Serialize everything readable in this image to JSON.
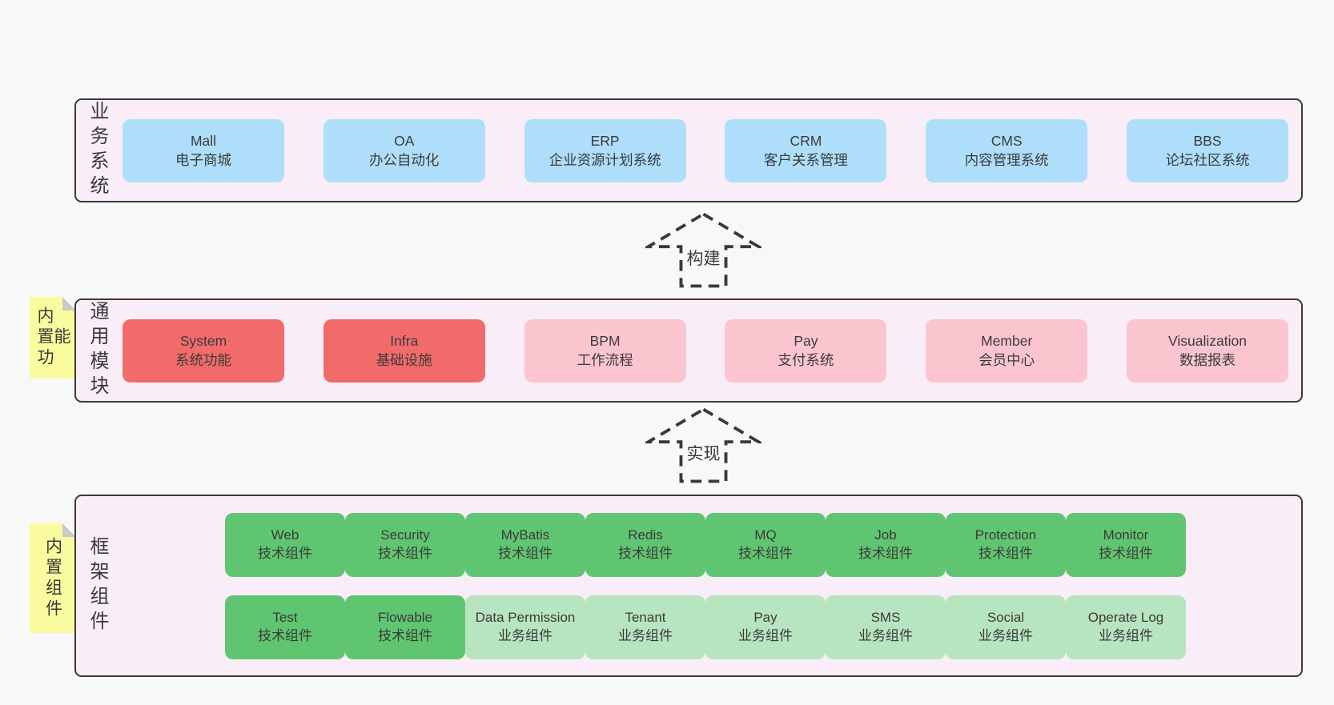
{
  "diagram": {
    "background": "#f8f8f8",
    "panel_bg": "#f9edf7",
    "panel_border": "#3a3a3a",
    "colors": {
      "blue": "#aedefa",
      "red": "#f26b6b",
      "pink": "#fbc5cf",
      "green": "#60c571",
      "lightgreen": "#b7e5c0",
      "sticky_yellow": "#fafb9e",
      "sticky_fold": "#c9c9c9",
      "text": "#3b3b3b"
    }
  },
  "arrows": [
    {
      "label": "构建"
    },
    {
      "label": "实现"
    }
  ],
  "sections": [
    {
      "id": "business-systems",
      "label": "业务系统",
      "sticky": "",
      "rows": [
        {
          "boxes": [
            {
              "title": "Mall",
              "subtitle": "电子商城",
              "style": "blue"
            },
            {
              "title": "OA",
              "subtitle": "办公自动化",
              "style": "blue"
            },
            {
              "title": "ERP",
              "subtitle": "企业资源计划系统",
              "style": "blue"
            },
            {
              "title": "CRM",
              "subtitle": "客户关系管理",
              "style": "blue"
            },
            {
              "title": "CMS",
              "subtitle": "内容管理系统",
              "style": "blue"
            },
            {
              "title": "BBS",
              "subtitle": "论坛社区系统",
              "style": "blue"
            }
          ]
        }
      ]
    },
    {
      "id": "common-modules",
      "label": "通用模块",
      "sticky": "内置功能",
      "rows": [
        {
          "boxes": [
            {
              "title": "System",
              "subtitle": "系统功能",
              "style": "red"
            },
            {
              "title": "Infra",
              "subtitle": "基础设施",
              "style": "red"
            },
            {
              "title": "BPM",
              "subtitle": "工作流程",
              "style": "pink"
            },
            {
              "title": "Pay",
              "subtitle": "支付系统",
              "style": "pink"
            },
            {
              "title": "Member",
              "subtitle": "会员中心",
              "style": "pink"
            },
            {
              "title": "Visualization",
              "subtitle": "数据报表",
              "style": "pink"
            }
          ]
        }
      ]
    },
    {
      "id": "framework-components",
      "label": "框架组件",
      "sticky": "内置组件",
      "rows": [
        {
          "boxes": [
            {
              "title": "Web",
              "subtitle": "技术组件",
              "style": "green"
            },
            {
              "title": "Security",
              "subtitle": "技术组件",
              "style": "green"
            },
            {
              "title": "MyBatis",
              "subtitle": "技术组件",
              "style": "green"
            },
            {
              "title": "Redis",
              "subtitle": "技术组件",
              "style": "green"
            },
            {
              "title": "MQ",
              "subtitle": "技术组件",
              "style": "green"
            },
            {
              "title": "Job",
              "subtitle": "技术组件",
              "style": "green"
            },
            {
              "title": "Protection",
              "subtitle": "技术组件",
              "style": "green"
            },
            {
              "title": "Monitor",
              "subtitle": "技术组件",
              "style": "green"
            }
          ]
        },
        {
          "boxes": [
            {
              "title": "Test",
              "subtitle": "技术组件",
              "style": "green"
            },
            {
              "title": "Flowable",
              "subtitle": "技术组件",
              "style": "green"
            },
            {
              "title": "Data Permission",
              "subtitle": "业务组件",
              "style": "lightgreen"
            },
            {
              "title": "Tenant",
              "subtitle": "业务组件",
              "style": "lightgreen"
            },
            {
              "title": "Pay",
              "subtitle": "业务组件",
              "style": "lightgreen"
            },
            {
              "title": "SMS",
              "subtitle": "业务组件",
              "style": "lightgreen"
            },
            {
              "title": "Social",
              "subtitle": "业务组件",
              "style": "lightgreen"
            },
            {
              "title": "Operate Log",
              "subtitle": "业务组件",
              "style": "lightgreen"
            }
          ]
        }
      ]
    }
  ]
}
